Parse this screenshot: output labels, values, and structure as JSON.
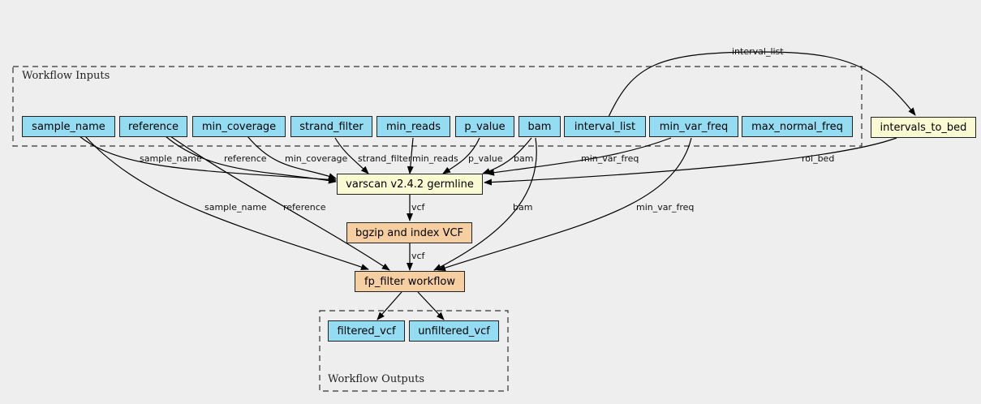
{
  "clusters": {
    "inputs_label": "Workflow Inputs",
    "outputs_label": "Workflow Outputs"
  },
  "inputs": [
    "sample_name",
    "reference",
    "min_coverage",
    "strand_filter",
    "min_reads",
    "p_value",
    "bam",
    "interval_list",
    "min_var_freq",
    "max_normal_freq"
  ],
  "steps": {
    "intervals_to_bed": "intervals_to_bed",
    "varscan": "varscan v2.4.2 germline",
    "bgzip": "bgzip and index VCF",
    "fp_filter": "fp_filter workflow"
  },
  "outputs": [
    "filtered_vcf",
    "unfiltered_vcf"
  ],
  "edge_labels": {
    "interval_list_top": "interval_list",
    "sample_name_1": "sample_name",
    "reference_1": "reference",
    "min_coverage": "min_coverage",
    "strand_filter": "strand_filter",
    "min_reads": "min_reads",
    "p_value": "p_value",
    "bam_1": "bam",
    "min_var_freq_1": "min_var_freq",
    "roi_bed": "roi_bed",
    "sample_name_2": "sample_name",
    "reference_2": "reference",
    "vcf_1": "vcf",
    "bam_2": "bam",
    "min_var_freq_2": "min_var_freq",
    "vcf_2": "vcf"
  }
}
